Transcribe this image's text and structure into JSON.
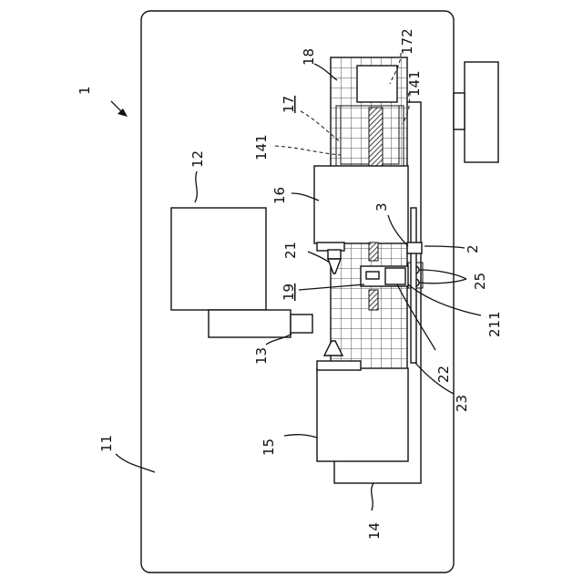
{
  "labels": {
    "device": "1",
    "base": "11",
    "unit12": "12",
    "unit13": "13",
    "rail": "14",
    "stage15": "15",
    "stage16": "16",
    "chamber": "17",
    "part18": "18",
    "part19": "19",
    "nozzle": "21",
    "holder": "22",
    "sensor": "23",
    "pins": "25",
    "part2": "2",
    "part3": "3",
    "part141a": "141",
    "part141b": "141",
    "part172": "172",
    "part211": "211"
  }
}
